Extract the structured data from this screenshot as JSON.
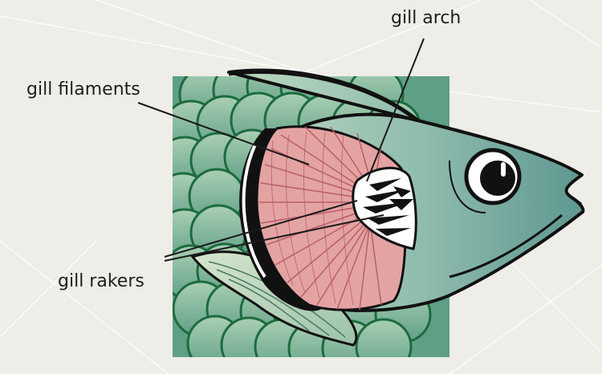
{
  "labels": {
    "gill_arch": "gill arch",
    "gill_filaments": "gill filaments",
    "gill_rakers": "gill rakers"
  },
  "colors": {
    "background": "#eeede8",
    "scale_fill": "#7fb39a",
    "scale_outline": "#1d6b3e",
    "head_fill": "#8fbcae",
    "filament_fill": "#e4a3a3",
    "filament_line": "#b85f66",
    "outline": "#111111"
  },
  "icons": [
    "fish-eye-icon"
  ]
}
